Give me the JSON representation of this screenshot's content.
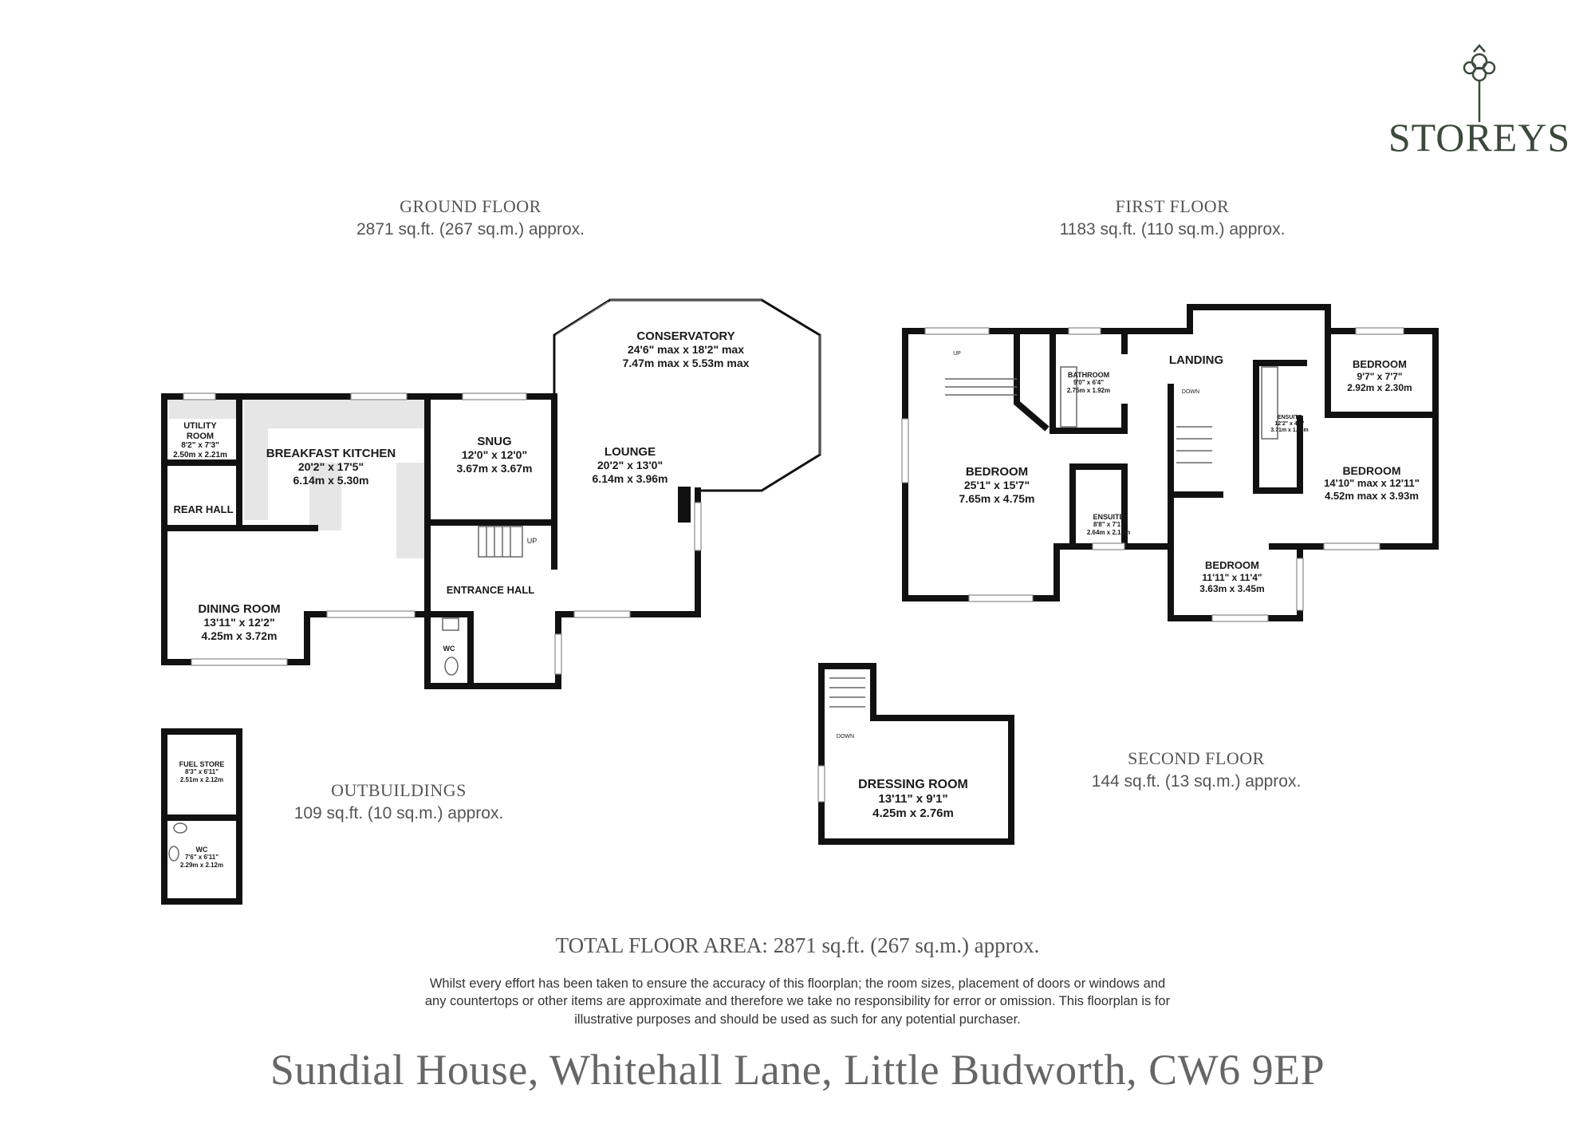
{
  "brand": {
    "name": "STOREYS",
    "color": "#3b4a3b"
  },
  "floors": {
    "ground": {
      "title": "GROUND FLOOR",
      "area": "2871 sq.ft. (267 sq.m.) approx."
    },
    "first": {
      "title": "FIRST FLOOR",
      "area": "1183 sq.ft. (110 sq.m.) approx."
    },
    "second": {
      "title": "SECOND FLOOR",
      "area": "144 sq.ft. (13 sq.m.) approx."
    },
    "outbuildings": {
      "title": "OUTBUILDINGS",
      "area": "109 sq.ft. (10 sq.m.) approx."
    }
  },
  "rooms": {
    "conservatory": {
      "name": "CONSERVATORY",
      "dim1": "24'6\" max x 18'2\" max",
      "dim2": "7.47m max x 5.53m max"
    },
    "utility": {
      "name": "UTILITY ROOM",
      "dim1": "8'2\" x 7'3\"",
      "dim2": "2.50m x 2.21m"
    },
    "kitchen": {
      "name": "BREAKFAST KITCHEN",
      "dim1": "20'2\" x 17'5\"",
      "dim2": "6.14m x 5.30m"
    },
    "snug": {
      "name": "SNUG",
      "dim1": "12'0\" x 12'0\"",
      "dim2": "3.67m x 3.67m"
    },
    "lounge": {
      "name": "LOUNGE",
      "dim1": "20'2\" x 13'0\"",
      "dim2": "6.14m x 3.96m"
    },
    "rear_hall": {
      "name": "REAR HALL"
    },
    "dining": {
      "name": "DINING ROOM",
      "dim1": "13'11\" x 12'2\"",
      "dim2": "4.25m x 3.72m"
    },
    "entrance_hall": {
      "name": "ENTRANCE HALL"
    },
    "wc_ground": {
      "name": "WC"
    },
    "landing": {
      "name": "LANDING"
    },
    "bathroom": {
      "name": "BATHROOM",
      "dim1": "9'0\" x 6'4\"",
      "dim2": "2.75m x 1.92m"
    },
    "bedroom_main": {
      "name": "BEDROOM",
      "dim1": "25'1\" x 15'7\"",
      "dim2": "7.65m x 4.75m"
    },
    "ensuite_1": {
      "name": "ENSUITE",
      "dim1": "8'8\" x 7'1\"",
      "dim2": "2.64m x 2.15m"
    },
    "bedroom_small": {
      "name": "BEDROOM",
      "dim1": "9'7\" x 7'7\"",
      "dim2": "2.92m x 2.30m"
    },
    "ensuite_2": {
      "name": "ENSUITE",
      "dim1": "12'2\" x 4'1\"",
      "dim2": "3.71m x 1.24m"
    },
    "bedroom_right": {
      "name": "BEDROOM",
      "dim1": "14'10\" max x 12'11\"",
      "dim2": "4.52m max x 3.93m"
    },
    "bedroom_mid": {
      "name": "BEDROOM",
      "dim1": "11'11\" x 11'4\"",
      "dim2": "3.63m x 3.45m"
    },
    "dressing": {
      "name": "DRESSING ROOM",
      "dim1": "13'11\" x 9'1\"",
      "dim2": "4.25m x 2.76m"
    },
    "fuel_store": {
      "name": "FUEL STORE",
      "dim1": "8'3\" x 6'11\"",
      "dim2": "2.51m x 2.12m"
    },
    "wc_out": {
      "name": "WC",
      "dim1": "7'6\" x 6'11\"",
      "dim2": "2.29m x 2.12m"
    }
  },
  "stairs_labels": {
    "up_ground": "UP",
    "up_first": "UP",
    "down_first": "DOWN",
    "down_second": "DOWN"
  },
  "total": {
    "label": "TOTAL FLOOR AREA:",
    "value": "2871 sq.ft. (267 sq.m.) approx."
  },
  "disclaimer": "Whilst every effort has been taken to ensure the accuracy of this floorplan; the room sizes, placement of doors or windows and any countertops or other items are approximate and therefore we take no responsibility for error or omission. This floorplan is for illustrative purposes and should be used as such for any potential purchaser.",
  "address": "Sundial House, Whitehall Lane, Little Budworth, CW6 9EP"
}
